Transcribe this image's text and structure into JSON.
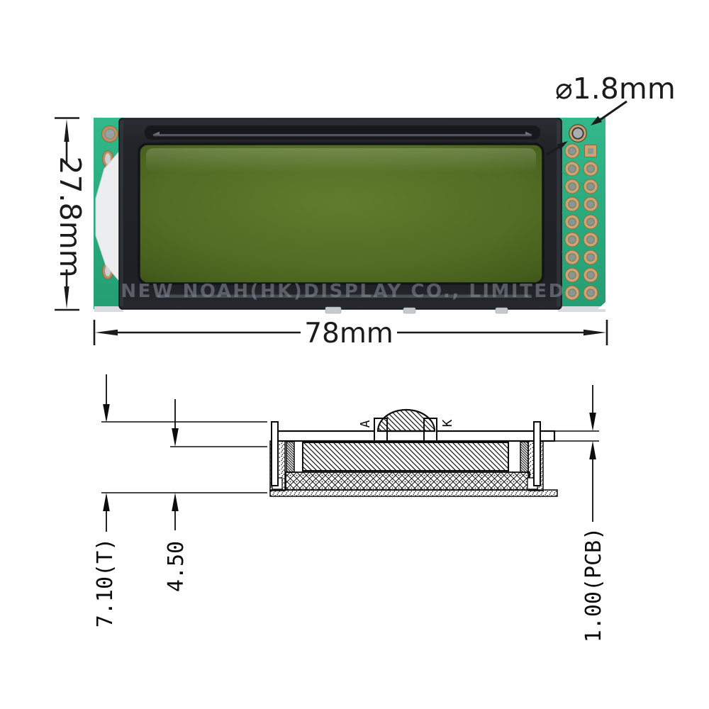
{
  "figure": {
    "type": "lcd-module-dimension-drawing",
    "watermark": "NEW NOAH(HK)DISPLAY CO., LIMITED",
    "dimensions": {
      "hole_diameter": "⌀1.8mm",
      "module_height": "27.8mm",
      "module_width": "78mm",
      "total_thickness": "7.10(T)",
      "frame_thickness": "4.50",
      "pcb_thickness": "1.00(PCB)"
    },
    "backlight_pins": {
      "anode": "A",
      "cathode": "K"
    },
    "colors": {
      "pcb_green": "#2db185",
      "bezel_black": "#1f2227",
      "lcd_yellow_green": "#56702a",
      "pad_gold": "#cda46f",
      "hole_gray": "#a9aeb0",
      "dimension_ink": "#1b1b1b",
      "background": "#ffffff"
    }
  }
}
